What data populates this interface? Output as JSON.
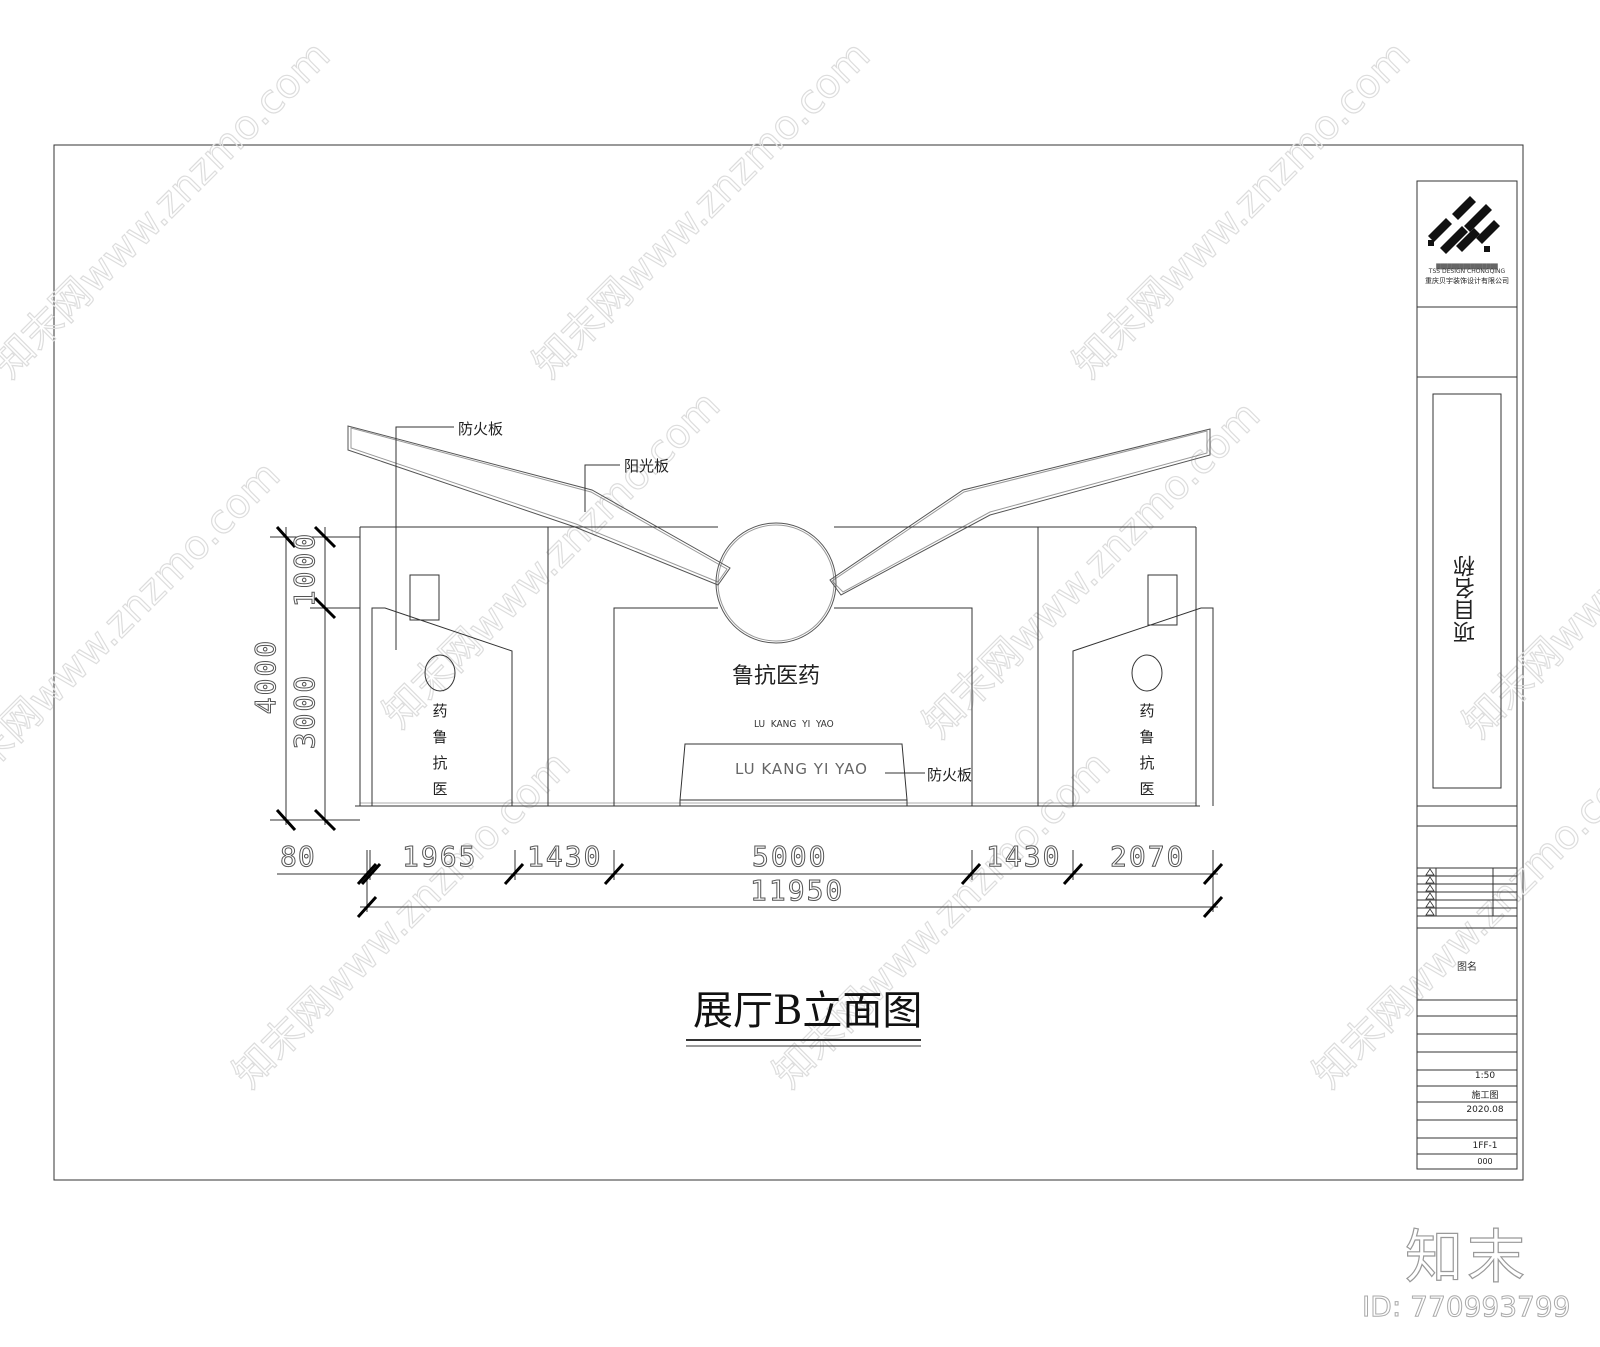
{
  "drawing": {
    "title": "展厅B立面图",
    "labels": {
      "fire_board_top": "防火板",
      "sun_board": "阳光板",
      "fire_board_center": "防火板"
    },
    "center_panel": {
      "brand_cn": "鲁抗医药",
      "brand_pinyin_small": "LU  KANG  YI  YAO",
      "brand_pinyin_large": "LU KANG YI YAO"
    },
    "left_panel": {
      "chars": [
        "药",
        "鲁",
        "抗",
        "医"
      ]
    },
    "right_panel": {
      "chars": [
        "药",
        "鲁",
        "抗",
        "医"
      ]
    },
    "dimensions": {
      "vertical": {
        "total": "4000",
        "upper": "1000",
        "lower": "3000"
      },
      "horizontal": [
        "80",
        "1965",
        "1430",
        "5000",
        "1430",
        "2070"
      ],
      "overall": "11950"
    }
  },
  "title_block": {
    "company_en": "TSS DESIGN CHONGQING",
    "company_cn": "重庆贝宇装饰设计有限公司",
    "project_name": "项目名称",
    "drawing_name_label": "图名",
    "scale": "1:50",
    "stage": "施工图",
    "date": "2020.08",
    "drawing_no": "1FF-1",
    "sheet_no": "000"
  },
  "watermark": {
    "site": "知末网www.znzmo.com",
    "brand": "知末",
    "id": "ID: 770993799"
  }
}
